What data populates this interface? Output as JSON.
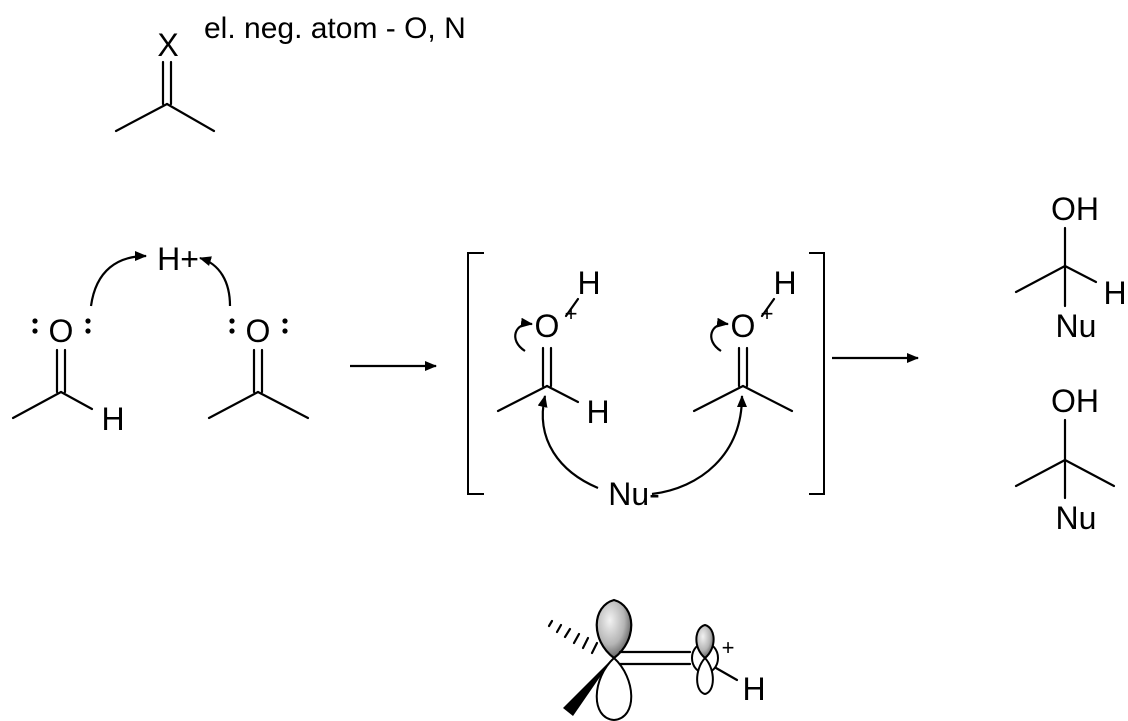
{
  "header": {
    "atom_x": "X",
    "note": "el. neg. atom - O, N"
  },
  "left": {
    "proton": "H+",
    "aldehyde": {
      "oxygen": "O",
      "hydrogen": "H"
    },
    "ketone": {
      "oxygen": "O"
    }
  },
  "middle": {
    "aldehyde_ion": {
      "oxygen": "O",
      "charge": "+",
      "h_on_oxygen": "H",
      "hydrogen": "H"
    },
    "ketone_ion": {
      "oxygen": "O",
      "charge": "+",
      "h_on_oxygen": "H"
    },
    "nucleophile": "Nu-"
  },
  "right": {
    "product_1": {
      "hydroxyl": "OH",
      "hydrogen": "H",
      "nucleophile": "Nu"
    },
    "product_2": {
      "hydroxyl": "OH",
      "nucleophile": "Nu"
    }
  },
  "orbital": {
    "charge": "+",
    "hydrogen": "H"
  },
  "colors": {
    "ink": "#000000",
    "background": "#ffffff",
    "lobe_highlight": "#f2f2f2",
    "lobe_shade": "#555555"
  }
}
